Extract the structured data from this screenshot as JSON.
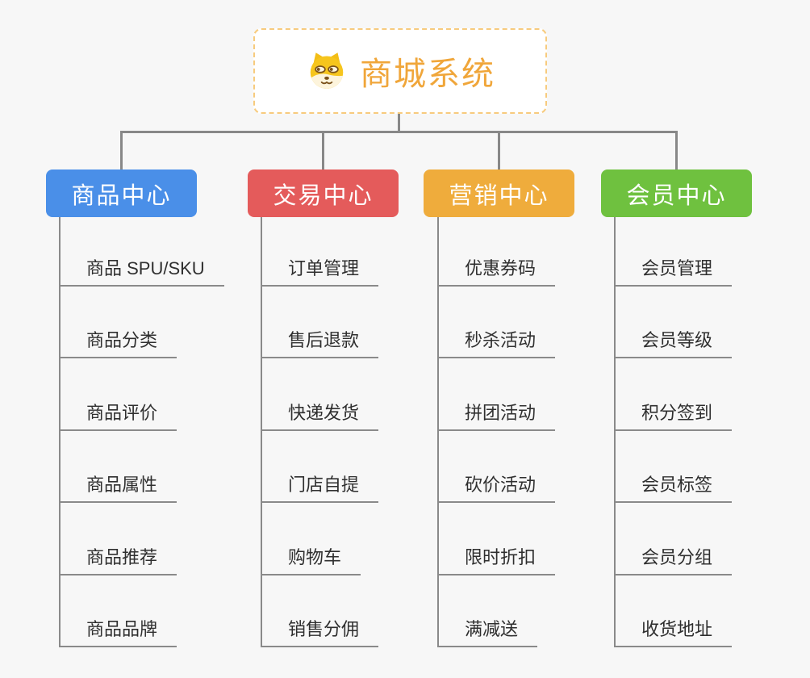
{
  "root": {
    "title": "商城系统",
    "icon": "dog-face-icon"
  },
  "branches": [
    {
      "label": "商品中心",
      "color": "#4A8FE8",
      "children": [
        "商品 SPU/SKU",
        "商品分类",
        "商品评价",
        "商品属性",
        "商品推荐",
        "商品品牌"
      ]
    },
    {
      "label": "交易中心",
      "color": "#E45B5B",
      "children": [
        "订单管理",
        "售后退款",
        "快递发货",
        "门店自提",
        "购物车",
        "销售分佣"
      ]
    },
    {
      "label": "营销中心",
      "color": "#EFAC3C",
      "children": [
        "优惠券码",
        "秒杀活动",
        "拼团活动",
        "砍价活动",
        "限时折扣",
        "满减送"
      ]
    },
    {
      "label": "会员中心",
      "color": "#6FC13F",
      "children": [
        "会员管理",
        "会员等级",
        "积分签到",
        "会员标签",
        "会员分组",
        "收货地址"
      ]
    }
  ],
  "colors": {
    "background": "#F7F7F7",
    "connector": "#888888",
    "root_text": "#F0A63A",
    "root_border": "#F7CB7E",
    "leaf_text": "#2F2F2F",
    "leaf_underline": "#8A8A8A"
  }
}
